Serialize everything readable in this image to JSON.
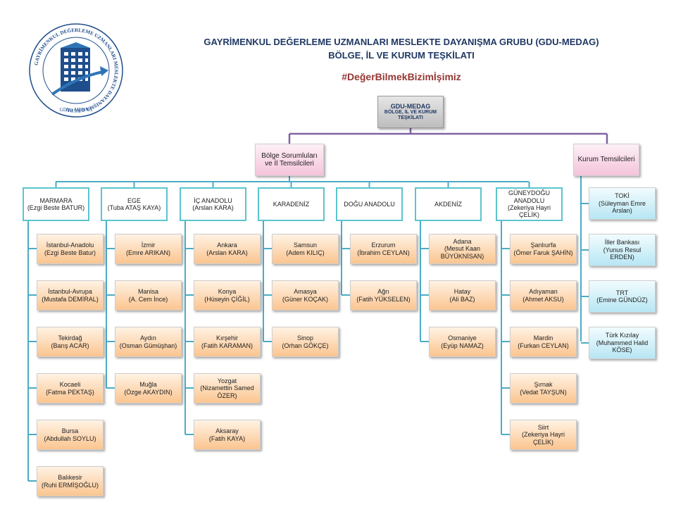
{
  "header": {
    "title_line1": "GAYRİMENKUL DEĞERLEME UZMANLARI MESLEKTE DAYANIŞMA GRUBU (GDU-MEDAG)",
    "title_line2": "BÖLGE, İL VE KURUM TEŞKİLATI",
    "hashtag": "#DeğerBilmekBizimİşimiz"
  },
  "logo": {
    "ring_text": "GAYRİMENKUL DEĞERLEME UZMANLARI MESLEKTE DAYANIŞMA GRUBU",
    "bottom_text": "GDU - MEDAG",
    "colors": {
      "ring": "#1f4e8c",
      "building": "#1f4e8c",
      "accent": "#2e75b6"
    }
  },
  "root": {
    "title": "GDU-MEDAG",
    "subtitle": "BÖLGE, İL VE KURUM TEŞKİLATI"
  },
  "branches": {
    "regions_head": {
      "line1": "Bölge Sorumluları",
      "line2": "ve İl Temsilcileri"
    },
    "institutions_head": {
      "label": "Kurum Temsilcileri"
    }
  },
  "regions": [
    {
      "name": "MARMARA",
      "rep": "(Ezgi Beste BATUR)",
      "children": [
        {
          "name": "İstanbul-Anadolu",
          "rep": "(Ezgi Beste Batur)"
        },
        {
          "name": "İstanbul-Avrupa",
          "rep": "(Mustafa DEMİRAL)"
        },
        {
          "name": "Tekirdağ",
          "rep": "(Barış ACAR)"
        },
        {
          "name": "Kocaeli",
          "rep": "(Fatma PEKTAŞ)"
        },
        {
          "name": "Bursa",
          "rep": "(Abdullah SOYLU)"
        },
        {
          "name": "Balıkesir",
          "rep": "(Ruhi ERMİŞOĞLU)"
        }
      ]
    },
    {
      "name": "EGE",
      "rep": "(Tuba ATAŞ KAYA)",
      "children": [
        {
          "name": "İzmir",
          "rep": "(Emre ARIKAN)"
        },
        {
          "name": "Manisa",
          "rep": "(A. Cem İnce)"
        },
        {
          "name": "Aydın",
          "rep": "(Osman Gümüşhan)"
        },
        {
          "name": "Muğla",
          "rep": "(Özge AKAYDIN)"
        }
      ]
    },
    {
      "name": "İÇ ANADOLU",
      "rep": "(Arslan KARA)",
      "children": [
        {
          "name": "Ankara",
          "rep": "(Arslan KARA)"
        },
        {
          "name": "Konya",
          "rep": "(Hüseyin ÇİĞİL)"
        },
        {
          "name": "Kırşehir",
          "rep": "(Fatih KARAMAN)"
        },
        {
          "name": "Yozgat",
          "rep": "(Nizamettin Samed ÖZER)"
        },
        {
          "name": "Aksaray",
          "rep": "(Fatih KAYA)"
        }
      ]
    },
    {
      "name": "KARADENİZ",
      "rep": "",
      "children": [
        {
          "name": "Samsun",
          "rep": "(Adem KILIÇ)"
        },
        {
          "name": "Amasya",
          "rep": "(Güner KOÇAK)"
        },
        {
          "name": "Sinop",
          "rep": "(Orhan GÖKÇE)"
        }
      ]
    },
    {
      "name": "DOĞU ANADOLU",
      "rep": "",
      "children": [
        {
          "name": "Erzurum",
          "rep": "(İbrahim CEYLAN)"
        },
        {
          "name": "Ağrı",
          "rep": "(Fatih YÜKSELEN)"
        }
      ]
    },
    {
      "name": "AKDENİZ",
      "rep": "",
      "children": [
        {
          "name": "Adana",
          "rep": "(Mesut Kaan BÜYÜKNİSAN)"
        },
        {
          "name": "Hatay",
          "rep": "(Ali BAZ)"
        },
        {
          "name": "Osmaniye",
          "rep": "(Eyüp NAMAZ)"
        }
      ]
    },
    {
      "name": "GÜNEYDOĞU ANADOLU",
      "rep": "(Zekeriya Hayri ÇELİK)",
      "children": [
        {
          "name": "Şanlıurfa",
          "rep": "(Ömer Faruk ŞAHİN)"
        },
        {
          "name": "Adıyaman",
          "rep": "(Ahmet AKSU)"
        },
        {
          "name": "Mardin",
          "rep": "(Furkan CEYLAN)"
        },
        {
          "name": "Şırnak",
          "rep": "(Vedat TAYŞUN)"
        },
        {
          "name": "Siirt",
          "rep": "(Zekeriya Hayri ÇELİK)"
        }
      ]
    }
  ],
  "institutions": [
    {
      "name": "TOKİ",
      "rep": "(Süleyman Emre Arslan)"
    },
    {
      "name": "İller Bankası",
      "rep": "(Yunus Resul ERDEN)"
    },
    {
      "name": "TRT",
      "rep": "(Emine GÜNDÜZ)"
    },
    {
      "name": "Türk Kızılay",
      "rep": "(Muhammed Halid KÖSE)"
    }
  ],
  "colors": {
    "purple_connector": "#8064a2",
    "blue_connector": "#4bacc6",
    "region_border": "#5bc4cf",
    "title": "#1f3864",
    "hashtag": "#953734"
  }
}
